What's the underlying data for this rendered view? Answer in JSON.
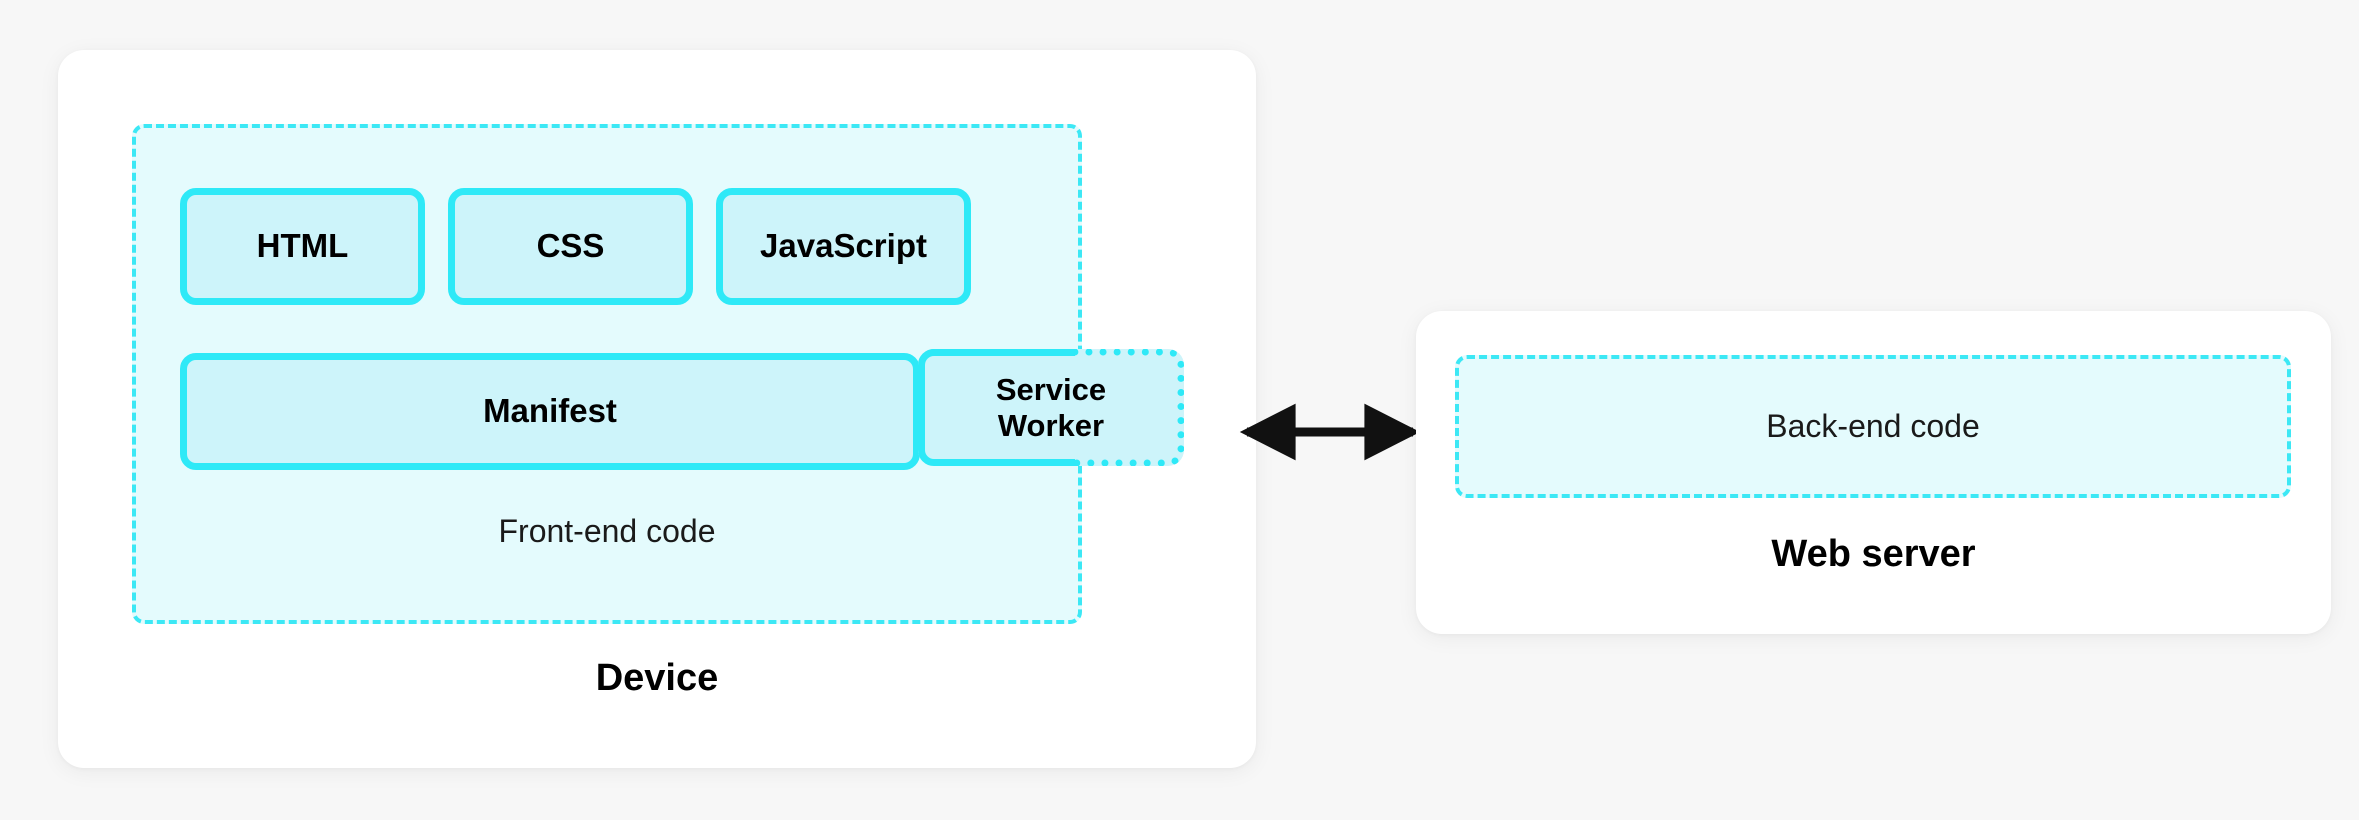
{
  "diagram": {
    "title_hidden": true,
    "colors": {
      "page_background": "#f7f7f7",
      "card_background": "#ffffff",
      "accent_stroke": "#2ee9f7",
      "group_fill": "#e4fbfd",
      "box_fill": "#cdf4fa",
      "text": "#000000",
      "arrow": "#111111"
    }
  },
  "device": {
    "caption": "Device",
    "frontend_group": {
      "caption": "Front-end code",
      "boxes": [
        {
          "label": "HTML"
        },
        {
          "label": "CSS"
        },
        {
          "label": "JavaScript"
        },
        {
          "label": "Manifest"
        }
      ],
      "straddling_box": {
        "label": "Service\nWorker",
        "line1": "Service",
        "line2": "Worker"
      }
    }
  },
  "connection": {
    "icon": "double-headed-arrow-icon",
    "direction": "bidirectional"
  },
  "server": {
    "caption": "Web server",
    "backend_group": {
      "label": "Back-end code"
    }
  }
}
